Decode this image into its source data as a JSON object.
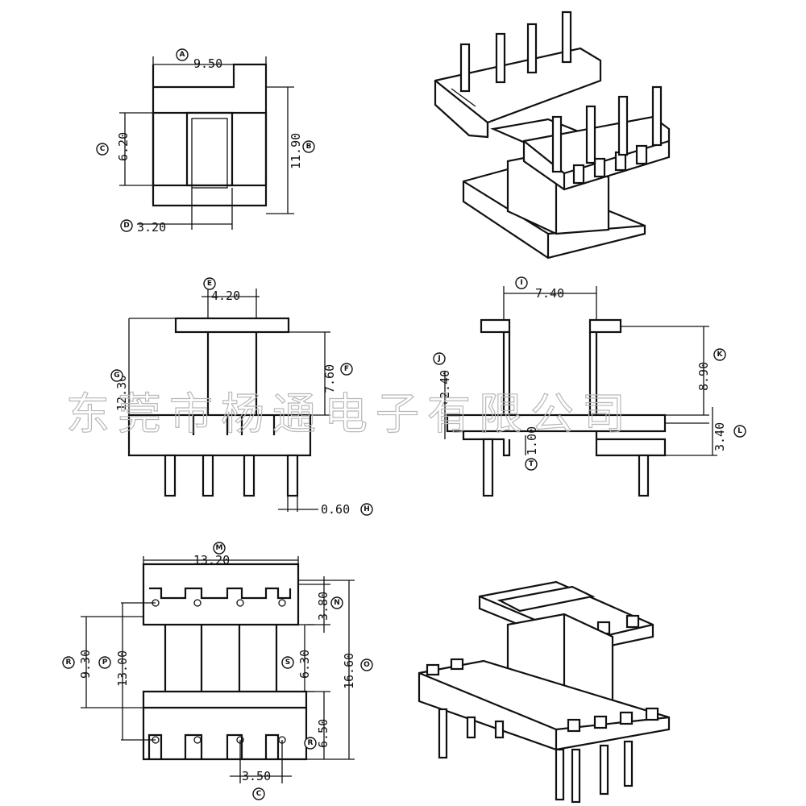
{
  "watermark": "东莞市杨通电子有限公司",
  "dimensions": {
    "A": "9.50",
    "B": "11.90",
    "C_top": "6.20",
    "D": "3.20",
    "E": "4.20",
    "F": "7.60",
    "G": "12.30",
    "H": "0.60",
    "I": "7.40",
    "J": "2.40",
    "K": "8.90",
    "L": "3.40",
    "T": "1.00",
    "M": "13.20",
    "N": "3.80",
    "O": "16.60",
    "P": "13.00",
    "R_left": "9.30",
    "S": "6.30",
    "R_right": "6.50",
    "C_bottom": "3.50"
  },
  "labels": {
    "A": "A",
    "B": "B",
    "C": "C",
    "D": "D",
    "E": "E",
    "F": "F",
    "G": "G",
    "H": "H",
    "I": "I",
    "J": "J",
    "K": "K",
    "L": "L",
    "T": "T",
    "M": "M",
    "N": "N",
    "O": "O",
    "P": "P",
    "R": "R",
    "S": "S"
  }
}
